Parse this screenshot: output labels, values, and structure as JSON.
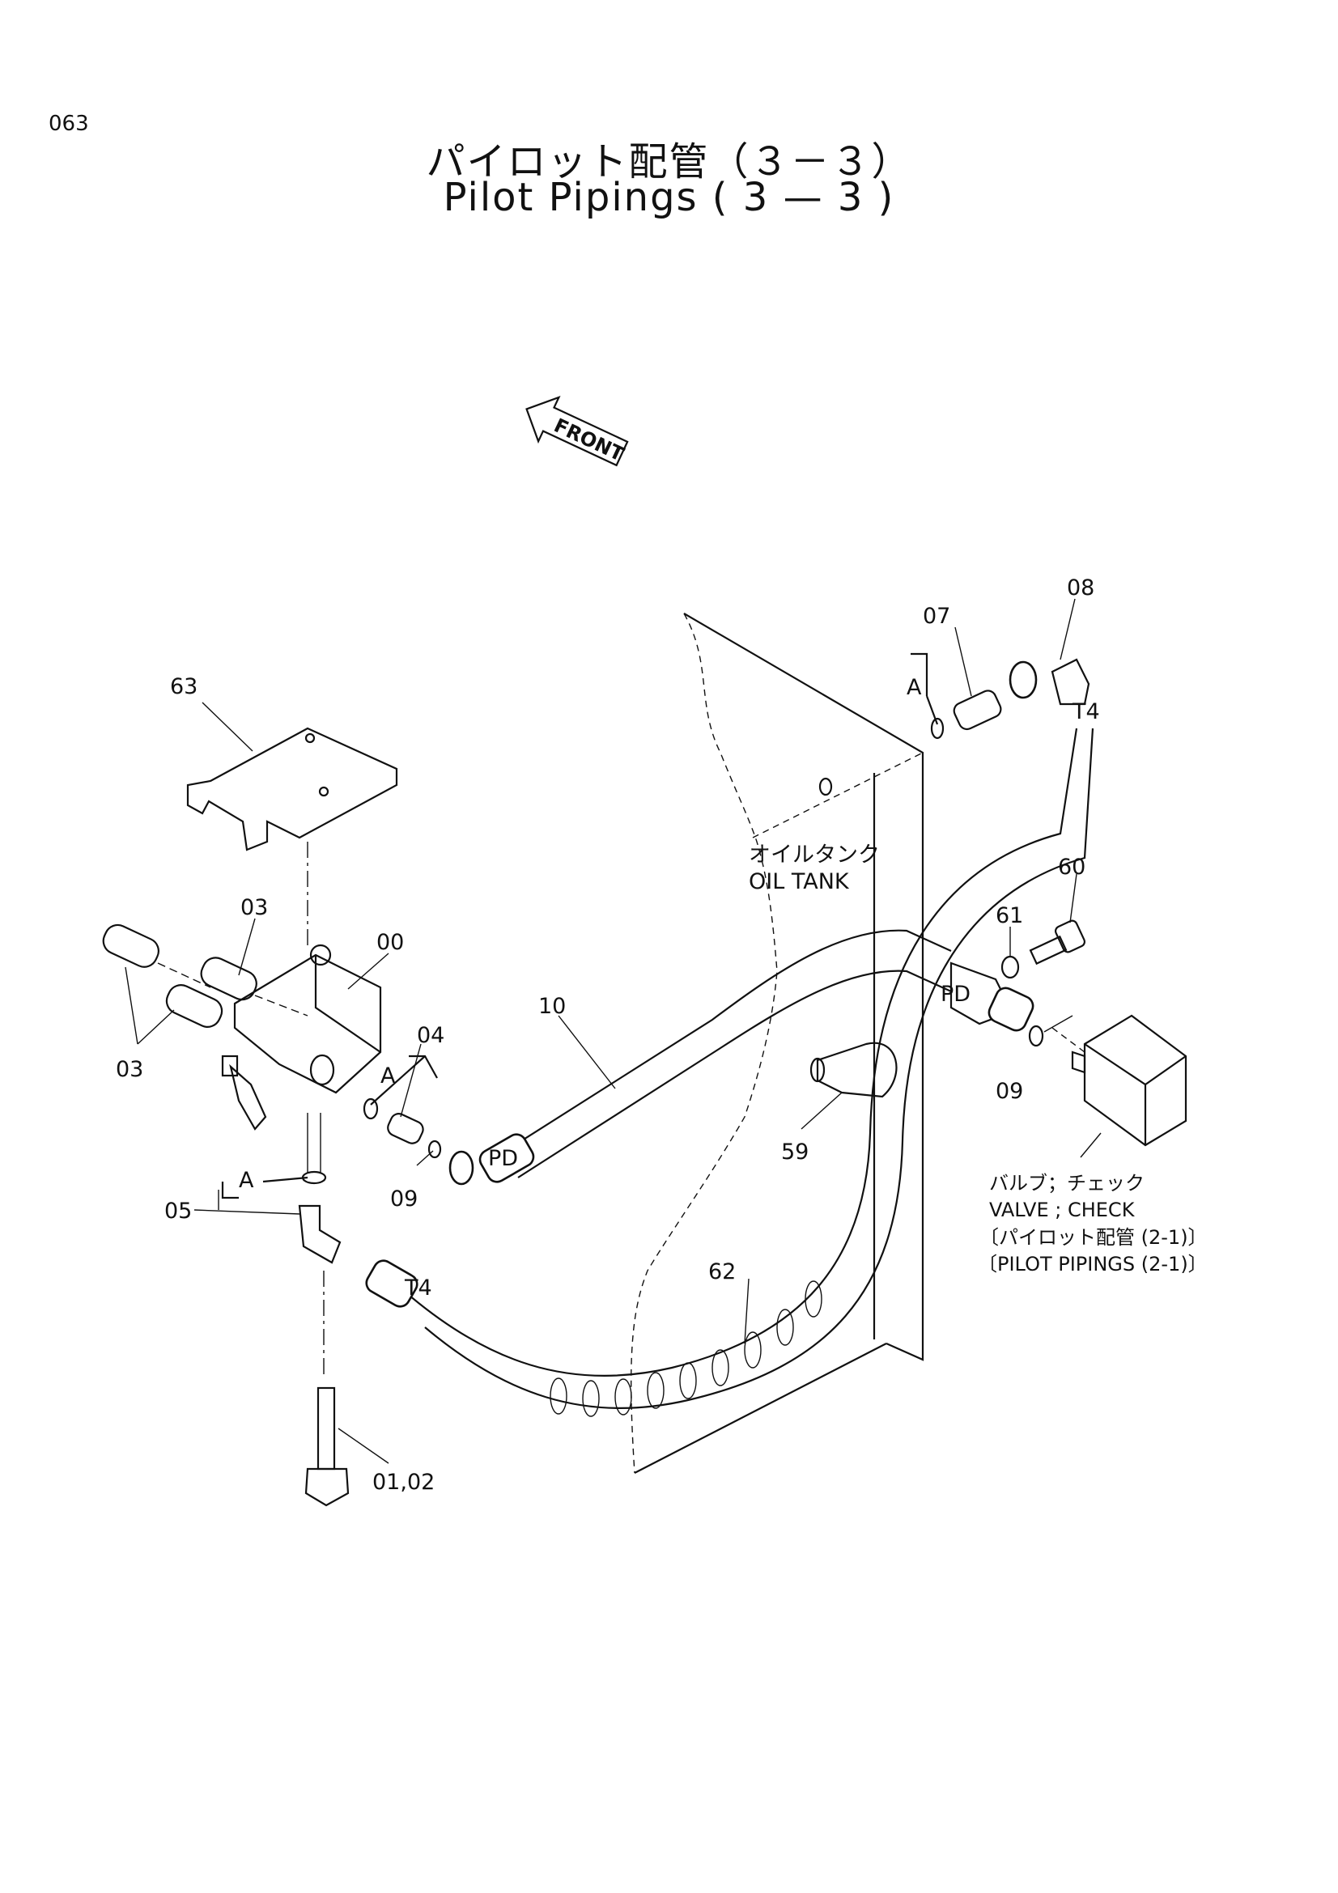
{
  "page_number": "063",
  "title_jp": "パイロット配管（３－３）",
  "title_en": "Pilot Pipings ( 3 — 3 )",
  "front_label": "FRONT",
  "tank": {
    "jp": "オイルタンク",
    "en": "OIL TANK"
  },
  "valve_note": {
    "line1": "バルブ；チェック",
    "line2": "VALVE ; CHECK",
    "line3": "〔パイロット配管 (2-1)〕",
    "line4": "〔PILOT PIPINGS (2-1)〕"
  },
  "ports": {
    "pd": "PD",
    "t4": "T4",
    "a": "A"
  },
  "callouts": {
    "c00": "00",
    "c0102": "01,02",
    "c03": "03",
    "c04": "04",
    "c05": "05",
    "c07": "07",
    "c08": "08",
    "c09": "09",
    "c10": "10",
    "c59": "59",
    "c60": "60",
    "c61": "61",
    "c62": "62",
    "c63": "63"
  }
}
